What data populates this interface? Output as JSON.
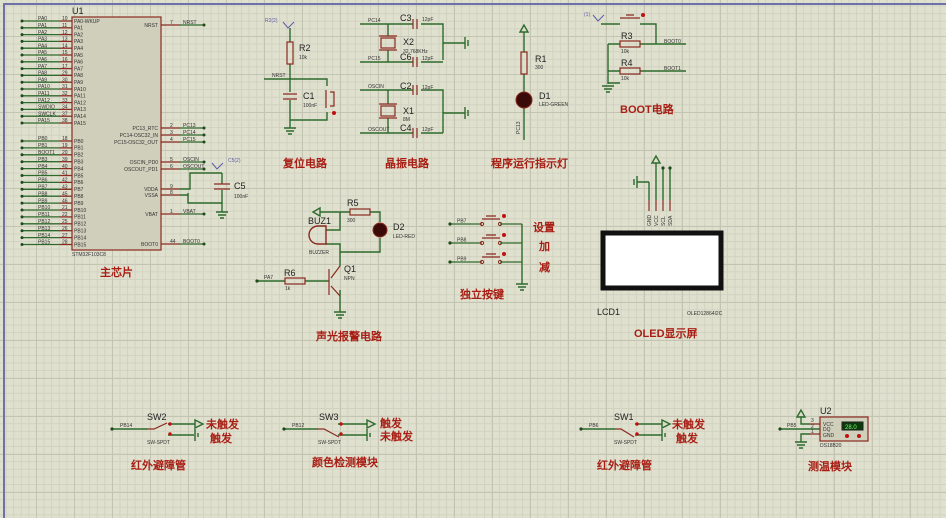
{
  "sheet": {
    "background": "#e0e0cf",
    "border_color": "#7070a8",
    "title_color": "#a81e14",
    "wire_color": "#2d6a2d",
    "component_color": "#8a2a20"
  },
  "mcu": {
    "ref": "U1",
    "part": "STM32F103C8",
    "title": "主芯片",
    "left_pins": [
      {
        "net": "PA0",
        "num": "10",
        "name": "PA0-WKUP"
      },
      {
        "net": "PA1",
        "num": "11",
        "name": "PA1"
      },
      {
        "net": "PA2",
        "num": "12",
        "name": "PA2"
      },
      {
        "net": "PA3",
        "num": "13",
        "name": "PA3"
      },
      {
        "net": "PA4",
        "num": "14",
        "name": "PA4"
      },
      {
        "net": "PA5",
        "num": "15",
        "name": "PA5"
      },
      {
        "net": "PA6",
        "num": "16",
        "name": "PA6"
      },
      {
        "net": "PA7",
        "num": "17",
        "name": "PA7"
      },
      {
        "net": "PA8",
        "num": "29",
        "name": "PA8"
      },
      {
        "net": "PA9",
        "num": "30",
        "name": "PA9"
      },
      {
        "net": "PA10",
        "num": "31",
        "name": "PA10"
      },
      {
        "net": "PA11",
        "num": "32",
        "name": "PA11"
      },
      {
        "net": "PA12",
        "num": "33",
        "name": "PA12"
      },
      {
        "net": "SWDIO",
        "num": "34",
        "name": "PA13"
      },
      {
        "net": "SWCLK",
        "num": "37",
        "name": "PA14"
      },
      {
        "net": "PA15",
        "num": "38",
        "name": "PA15"
      },
      {
        "net": "PB0",
        "num": "18",
        "name": "PB0"
      },
      {
        "net": "PB1",
        "num": "19",
        "name": "PB1"
      },
      {
        "net": "BOOT1",
        "num": "20",
        "name": "PB2"
      },
      {
        "net": "PB3",
        "num": "39",
        "name": "PB3"
      },
      {
        "net": "PB4",
        "num": "40",
        "name": "PB4"
      },
      {
        "net": "PB5",
        "num": "41",
        "name": "PB5"
      },
      {
        "net": "PB6",
        "num": "42",
        "name": "PB6"
      },
      {
        "net": "PB7",
        "num": "43",
        "name": "PB7"
      },
      {
        "net": "PB8",
        "num": "45",
        "name": "PB8"
      },
      {
        "net": "PB9",
        "num": "46",
        "name": "PB9"
      },
      {
        "net": "PB10",
        "num": "21",
        "name": "PB10"
      },
      {
        "net": "PB11",
        "num": "22",
        "name": "PB11"
      },
      {
        "net": "PB12",
        "num": "25",
        "name": "PB12"
      },
      {
        "net": "PB13",
        "num": "26",
        "name": "PB13"
      },
      {
        "net": "PB14",
        "num": "27",
        "name": "PB14"
      },
      {
        "net": "PB15",
        "num": "28",
        "name": "PB15"
      }
    ],
    "right_pins": [
      {
        "name": "NRST",
        "num": "7",
        "net": "NRST"
      },
      {
        "name": "PC13_RTC",
        "num": "2",
        "net": "PC13"
      },
      {
        "name": "PC14-OSC32_IN",
        "num": "3",
        "net": "PC14"
      },
      {
        "name": "PC15-OSC32_OUT",
        "num": "4",
        "net": "PC15"
      },
      {
        "name": "OSCIN_PD0",
        "num": "5",
        "net": "OSCIN"
      },
      {
        "name": "OSCOUT_PD1",
        "num": "6",
        "net": "OSCOUT"
      },
      {
        "name": "VDDA",
        "num": "9",
        "net": ""
      },
      {
        "name": "VSSA",
        "num": "8",
        "net": ""
      },
      {
        "name": "VBAT",
        "num": "1",
        "net": "VBAT"
      },
      {
        "name": "BOOT0",
        "num": "44",
        "net": "BOOT0"
      }
    ],
    "cap": {
      "ref": "C5",
      "value": "100nF",
      "power_label": "C5(2)"
    }
  },
  "reset": {
    "title": "复位电路",
    "r_ref": "R2",
    "r_val": "10k",
    "c_ref": "C1",
    "c_val": "100nF",
    "net": "NRST",
    "power_label": "R2(2)"
  },
  "crystal": {
    "title": "晶振电路",
    "x2": {
      "ref": "X2",
      "value": "32.768KHz",
      "net_top": "PC14",
      "net_bot": "PC15",
      "c_top": "C3",
      "c_bot": "C6",
      "c_val": "12pF"
    },
    "x1": {
      "ref": "X1",
      "value": "8M",
      "net_top": "OSCIN",
      "net_bot": "OSCOUT",
      "c_top": "C2",
      "c_bot": "C4",
      "c_val": "12pF"
    }
  },
  "led_run": {
    "title": "程序运行指示灯",
    "r_ref": "R1",
    "r_val": "300",
    "d_ref": "D1",
    "d_val": "LED-GREEN",
    "net": "PC13"
  },
  "boot": {
    "title": "BOOT电路",
    "power_label": "(1)",
    "r3": {
      "ref": "R3",
      "val": "10k",
      "net": "BOOT0"
    },
    "r4": {
      "ref": "R4",
      "val": "10k",
      "net": "BOOT1"
    }
  },
  "alarm": {
    "title": "声光报警电路",
    "buz": {
      "ref": "BUZ1",
      "val": "BUZZER"
    },
    "r5": {
      "ref": "R5",
      "val": "300"
    },
    "d2": {
      "ref": "D2",
      "val": "LED-RED"
    },
    "r6": {
      "ref": "R6",
      "val": "1k",
      "net": "PA7"
    },
    "q1": {
      "ref": "Q1",
      "val": "NPN"
    }
  },
  "keys": {
    "title": "独立按键",
    "nets": [
      "PB7",
      "PB8",
      "PB9"
    ],
    "labels": [
      "设置",
      "加",
      "减"
    ]
  },
  "oled": {
    "title": "OLED显示屏",
    "ref": "LCD1",
    "part": "OLED12864I2C",
    "pins": [
      "GND",
      "VCC",
      "SCL",
      "SDA"
    ]
  },
  "sw2": {
    "title": "红外避障管",
    "ref": "SW2",
    "part": "SW-SPDT",
    "net": "PB14",
    "out_top": "未触发",
    "out_bot": "触发"
  },
  "sw3": {
    "title": "颜色检测模块",
    "ref": "SW3",
    "part": "SW-SPDT",
    "net": "PB12",
    "out_top": "触发",
    "out_bot": "未触发"
  },
  "sw1": {
    "title": "红外避障管",
    "ref": "SW1",
    "part": "SW-SPDT",
    "net": "PB6",
    "out_top": "未触发",
    "out_bot": "触发"
  },
  "temp": {
    "title": "测温模块",
    "ref": "U2",
    "part": "DS18B20",
    "net": "PB5",
    "pins": [
      "VCC",
      "DQ",
      "GND"
    ],
    "pin_nums": [
      "3",
      "2",
      "1"
    ],
    "display": "28.0"
  }
}
